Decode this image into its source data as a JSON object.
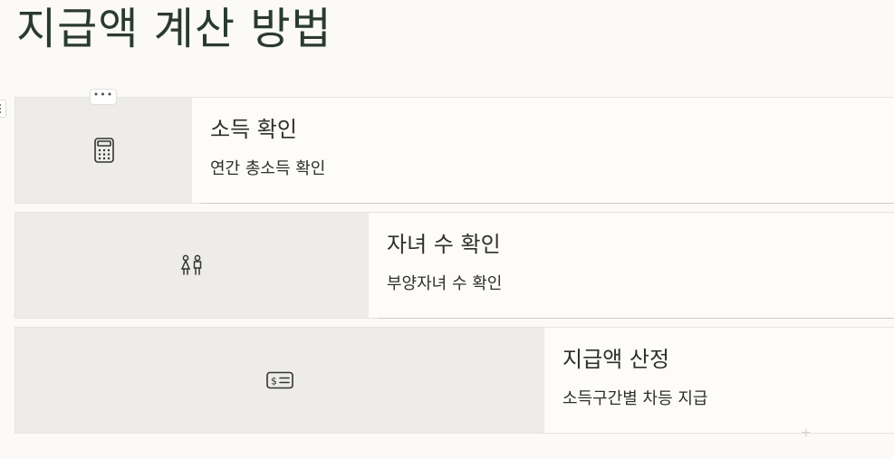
{
  "page": {
    "title": "지급액 계산 방법"
  },
  "toolbar": {
    "more_label": "•••"
  },
  "steps": [
    {
      "title": "소득 확인",
      "description": "연간 총소득 확인",
      "icon": "calculator-icon"
    },
    {
      "title": "자녀 수 확인",
      "description": "부양자녀 수 확인",
      "icon": "children-icon"
    },
    {
      "title": "지급액 산정",
      "description": "소득구간별 차등 지급",
      "icon": "bill-icon"
    }
  ],
  "colors": {
    "title": "#2a3b2e",
    "media_background": "#edece8",
    "page_background": "#fbfaf7"
  }
}
